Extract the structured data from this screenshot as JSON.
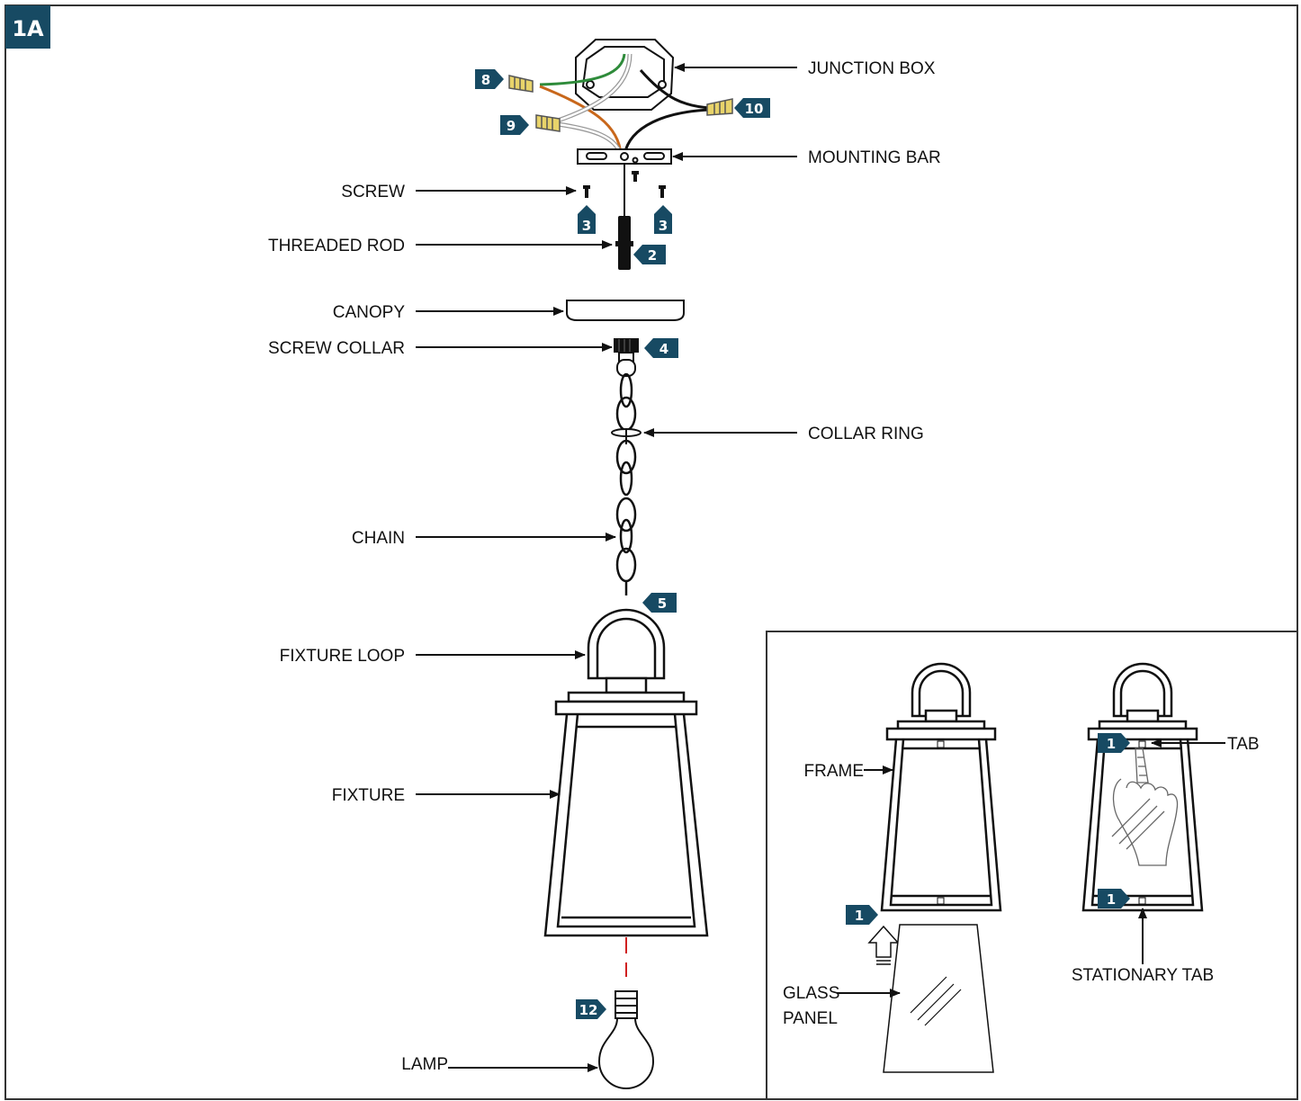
{
  "figure_id": "1A",
  "colors": {
    "badge": "#174a63",
    "wire_green": "#2e8b3a",
    "wire_orange": "#c8671b",
    "wire_black": "#111111",
    "wire_white": "#f4f4f4",
    "connector": "#e8d36a",
    "lamp_guide": "#d02020"
  },
  "labels": {
    "junction_box": "JUNCTION BOX",
    "mounting_bar": "MOUNTING BAR",
    "screw": "SCREW",
    "threaded_rod": "THREADED ROD",
    "canopy": "CANOPY",
    "screw_collar": "SCREW COLLAR",
    "collar_ring": "COLLAR RING",
    "chain": "CHAIN",
    "fixture_loop": "FIXTURE LOOP",
    "fixture": "FIXTURE",
    "lamp": "LAMP",
    "frame": "FRAME",
    "tab": "TAB",
    "glass_panel_line1": "GLASS",
    "glass_panel_line2": "PANEL",
    "stationary_tab": "STATIONARY TAB"
  },
  "steps": {
    "s8": "8",
    "s9": "9",
    "s10": "10",
    "s3a": "3",
    "s3b": "3",
    "s2": "2",
    "s4": "4",
    "s5": "5",
    "s12": "12",
    "inset_1a": "1",
    "inset_1b": "1",
    "inset_1c": "1"
  }
}
